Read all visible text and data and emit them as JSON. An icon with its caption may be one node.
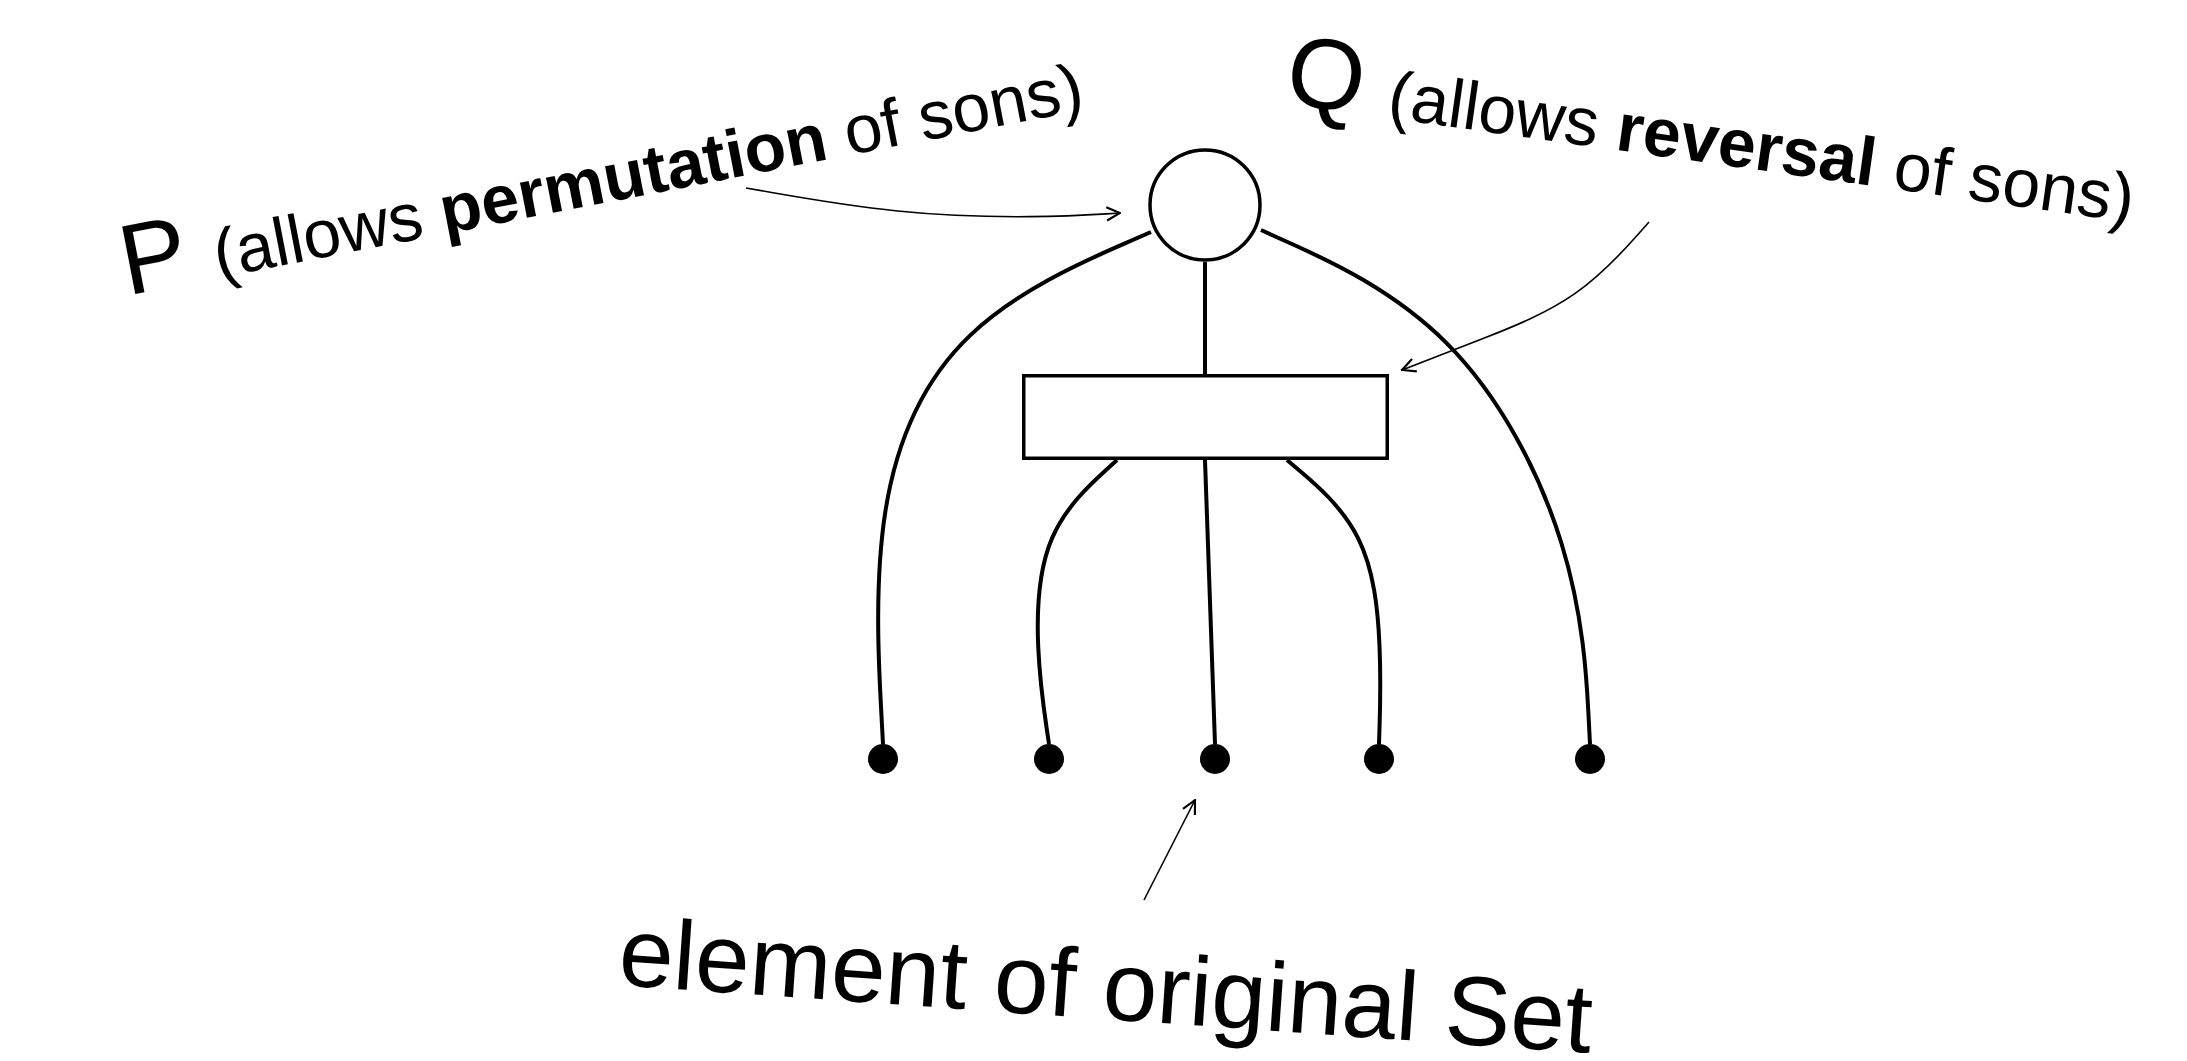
{
  "diagram": {
    "nodes": [
      {
        "text": [
          "P",
          "(allows **permutation** of sons)"
        ]
      },
      {
        "text": [
          "Q",
          "(allows **reversal** of sons)"
        ]
      },
      {
        "text": [],
        "shape": "circle"
      },
      {
        "text": [],
        "shape": "box"
      },
      {
        "text": [],
        "shape": "circle"
      },
      {
        "text": [],
        "shape": "circle"
      },
      {
        "text": [],
        "shape": "circle"
      },
      {
        "text": [],
        "shape": "circle"
      },
      {
        "text": [],
        "shape": "circle"
      },
      {
        "text": [
          "element of original Set"
        ]
      }
    ],
    "edges": [
      {
        "from": 0,
        "to": 2,
        "arrow": "to"
      },
      {
        "from": 1,
        "to": 3,
        "arrow": "to"
      },
      {
        "from": 2,
        "to": 3,
        "arrow": "none"
      },
      {
        "from": 2,
        "to": 4,
        "arrow": "none"
      },
      {
        "from": 2,
        "to": 8,
        "arrow": "none"
      },
      {
        "from": 3,
        "to": 5,
        "arrow": "none"
      },
      {
        "from": 3,
        "to": 6,
        "arrow": "none"
      },
      {
        "from": 3,
        "to": 7,
        "arrow": "none"
      },
      {
        "from": 9,
        "to": 6,
        "arrow": "to"
      }
    ]
  }
}
